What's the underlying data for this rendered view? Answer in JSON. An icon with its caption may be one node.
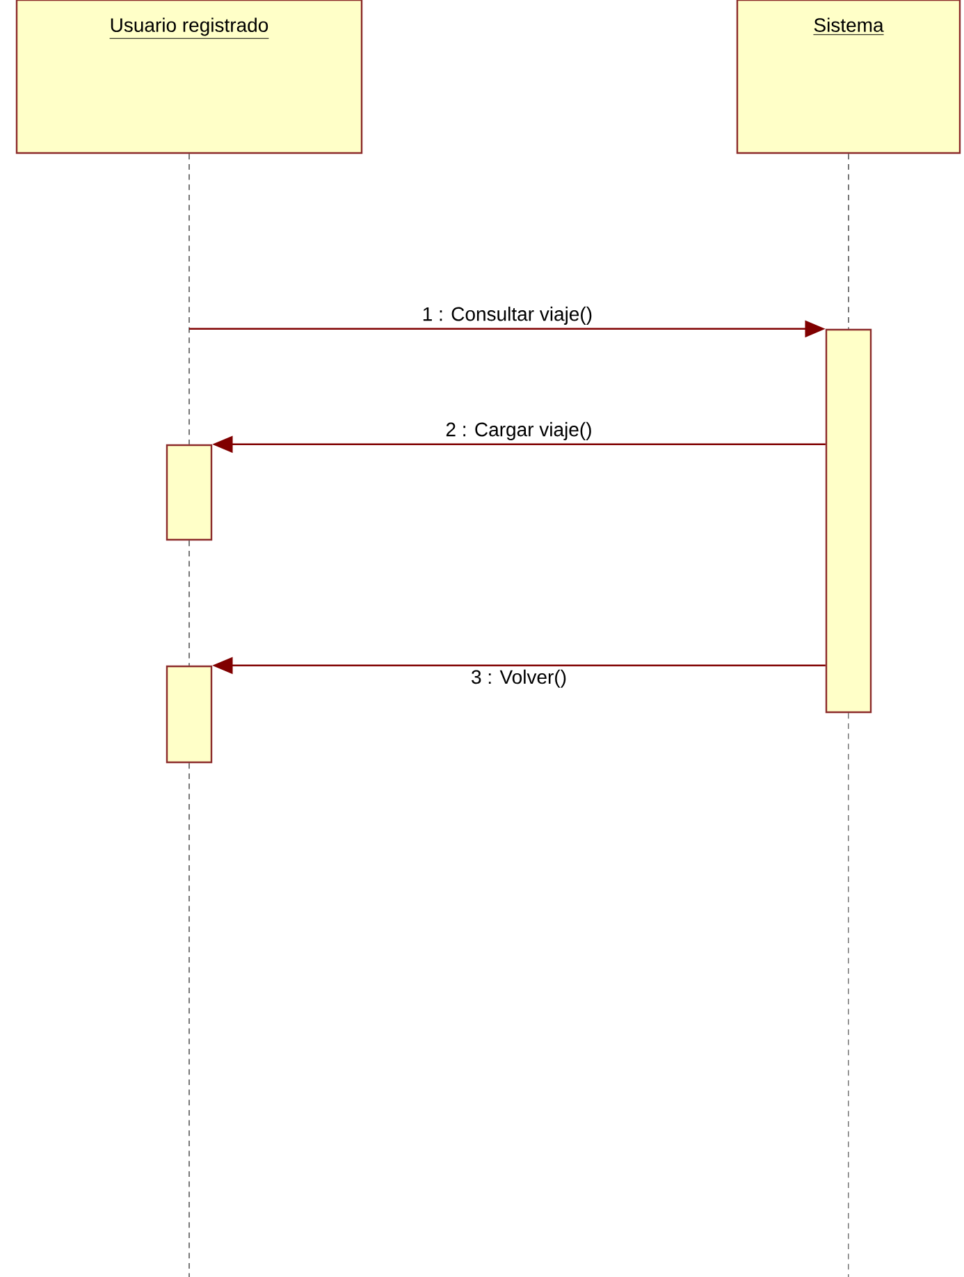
{
  "diagram": {
    "nodes": [
      {
        "text": [
          "Usuario registrado"
        ]
      },
      {
        "text": [
          "Sistema"
        ]
      },
      {
        "text": [],
        "shape": "bar"
      },
      {
        "text": [],
        "shape": "bar"
      },
      {
        "text": [],
        "shape": "bar"
      }
    ],
    "edges": [
      {
        "from": 0,
        "to": 3,
        "arrow": "none",
        "style": "dashed"
      },
      {
        "from": 3,
        "to": 4,
        "arrow": "none",
        "style": "dashed"
      },
      {
        "from": 4,
        "to": null,
        "arrow": "none",
        "style": "dashed"
      },
      {
        "from": 1,
        "to": 2,
        "arrow": "none",
        "style": "dashed"
      },
      {
        "from": 2,
        "to": null,
        "arrow": "none",
        "style": "dashed"
      },
      {
        "from": null,
        "to": 2,
        "arrow": "to",
        "label": "1 : Consultar viaje()",
        "color": "#800000"
      },
      {
        "from": 2,
        "to": 3,
        "arrow": "to",
        "label": "2 : Cargar viaje()",
        "color": "#800000"
      },
      {
        "from": 2,
        "to": 4,
        "arrow": "to",
        "label": "3 : Volver()",
        "color": "#800000"
      }
    ]
  }
}
